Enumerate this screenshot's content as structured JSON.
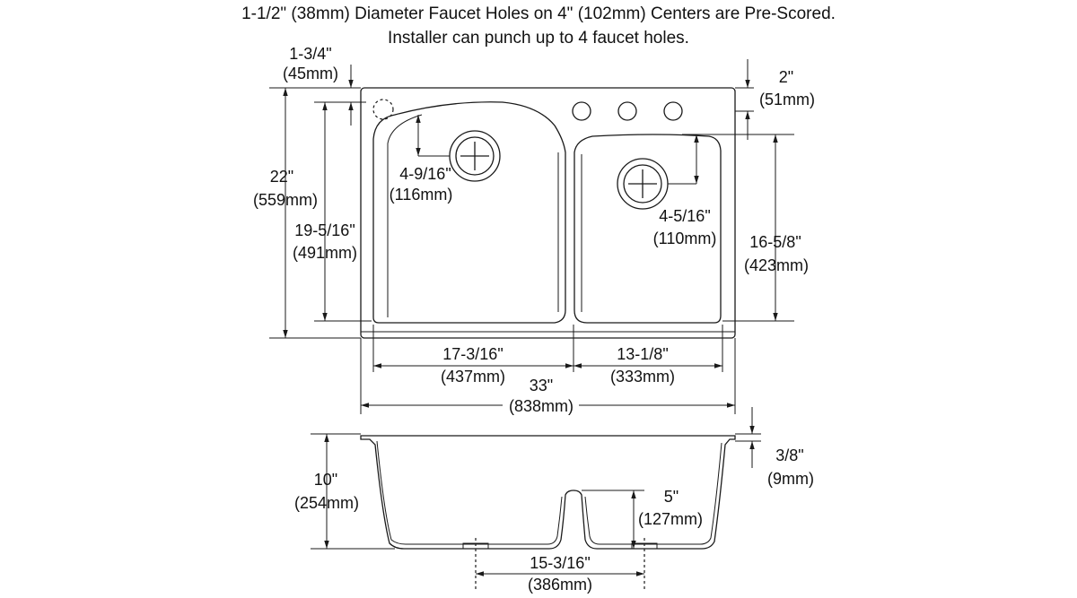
{
  "note": {
    "line1": "1-1/2\" (38mm) Diameter Faucet Holes on 4\" (102mm) Centers are Pre-Scored.",
    "line2": "Installer can punch up to 4 faucet holes."
  },
  "dims": {
    "top_edge_in": "1-3/4\"",
    "top_edge_mm": "(45mm)",
    "top_right_in": "2\"",
    "top_right_mm": "(51mm)",
    "overall_depth_in": "22\"",
    "overall_depth_mm": "(559mm)",
    "left_bowl_depth_in": "19-5/16\"",
    "left_bowl_depth_mm": "(491mm)",
    "left_drain_in": "4-9/16\"",
    "left_drain_mm": "(116mm)",
    "right_drain_in": "4-5/16\"",
    "right_drain_mm": "(110mm)",
    "right_bowl_depth_in": "16-5/8\"",
    "right_bowl_depth_mm": "(423mm)",
    "left_bowl_width_in": "17-3/16\"",
    "left_bowl_width_mm": "(437mm)",
    "right_bowl_width_in": "13-1/8\"",
    "right_bowl_width_mm": "(333mm)",
    "overall_width_in": "33\"",
    "overall_width_mm": "(838mm)",
    "bowl_height_in": "10\"",
    "bowl_height_mm": "(254mm)",
    "rim_in": "3/8\"",
    "rim_mm": "(9mm)",
    "divider_in": "5\"",
    "divider_mm": "(127mm)",
    "drain_spacing_in": "15-3/16\"",
    "drain_spacing_mm": "(386mm)"
  }
}
